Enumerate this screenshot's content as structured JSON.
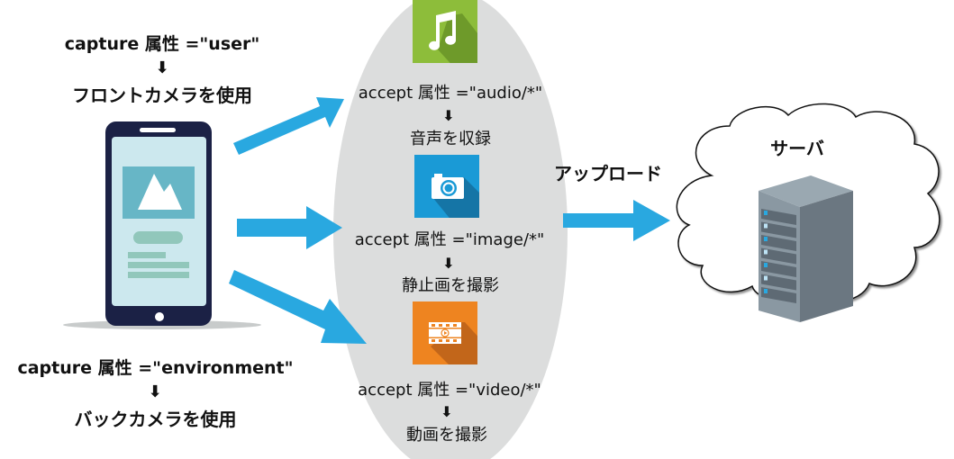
{
  "left": {
    "top_attr": "capture 属性 =\"user\"",
    "top_result": "フロントカメラを使用",
    "bottom_attr": "capture 属性 =\"environment\"",
    "bottom_result": "バックカメラを使用",
    "arrow_glyph": "⬇"
  },
  "center": {
    "items": [
      {
        "icon": "music-note-icon",
        "color": "#8dbd3a",
        "shadow": "#6e9a2a",
        "attr": "accept 属性 =\"audio/*\"",
        "result": "音声を収録"
      },
      {
        "icon": "camera-icon",
        "color": "#1a9ad6",
        "shadow": "#1575a6",
        "attr": "accept 属性 =\"image/*\"",
        "result": "静止画を撮影"
      },
      {
        "icon": "film-play-icon",
        "color": "#ee8420",
        "shadow": "#c2661a",
        "attr": "accept 属性 =\"video/*\"",
        "result": "動画を撮影"
      }
    ],
    "ellipse_color": "#dcdddd"
  },
  "upload": {
    "label": "アップロード"
  },
  "server": {
    "label": "サーバ"
  },
  "colors": {
    "arrow": "#29a8e0",
    "phone_frame": "#1b2145",
    "phone_screen": "#cce8ee"
  }
}
